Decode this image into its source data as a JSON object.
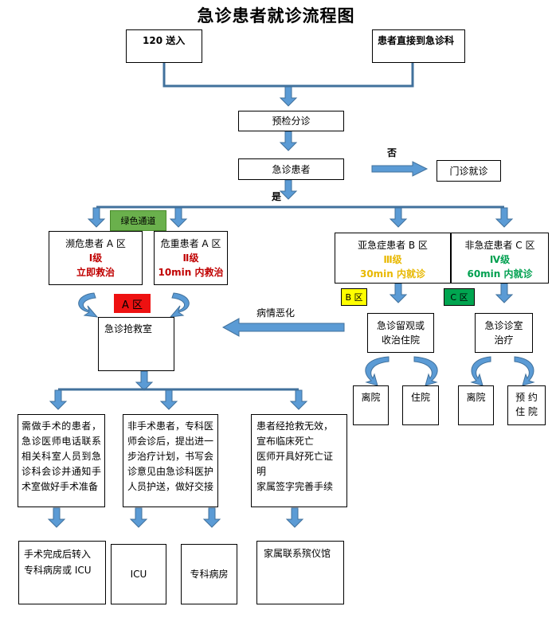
{
  "title": "急诊患者就诊流程图",
  "entry": {
    "ambulance": "120 送入",
    "self": "患者直接到急诊科"
  },
  "triage": "预检分诊",
  "patient": "急诊患者",
  "no_label": "否",
  "outpatient": "门诊就诊",
  "yes_label": "是",
  "green_channel": "绿色通道",
  "levels": [
    {
      "name": "濒危患者 A 区",
      "grade": "Ⅰ级",
      "action": "立即救治"
    },
    {
      "name": "危重患者 A 区",
      "grade": "Ⅱ级",
      "action": "10min 内救治"
    },
    {
      "name": "亚急症患者 B 区",
      "grade": "Ⅲ级",
      "action": "30min 内就诊"
    },
    {
      "name": "非急症患者 C 区",
      "grade": "Ⅳ级",
      "action": "60min 内就诊"
    }
  ],
  "zone_a": "A 区",
  "zone_b": "B 区",
  "zone_c": "C 区",
  "rescue_room": "急诊抢救室",
  "deterioration": "病情恶化",
  "observation": "急诊留观或\n收治住院",
  "clinic_room": "急诊诊室\n治疗",
  "outcomes_b": [
    "离院",
    "住院"
  ],
  "outcomes_c": [
    "离院",
    "预 约\n住 院"
  ],
  "branches": [
    "需做手术的患者，急诊医师电话联系相关科室人员到急诊科会诊并通知手术室做好手术准备",
    "非手术患者，专科医师会诊后，提出进一步治疗计划，书写会诊意见由急诊科医护人员护送，做好交接",
    "患者经抢救无效，\n宣布临床死亡\n医师开具好死亡证明\n家属签字完善手续"
  ],
  "finals": [
    "手术完成后转入\n专科病房或 ICU",
    "ICU",
    "专科病房",
    "家属联系殡仪馆"
  ],
  "colors": {
    "arrow": "#5b9bd5",
    "arrow_dark": "#41719c",
    "line": "#41719c"
  }
}
